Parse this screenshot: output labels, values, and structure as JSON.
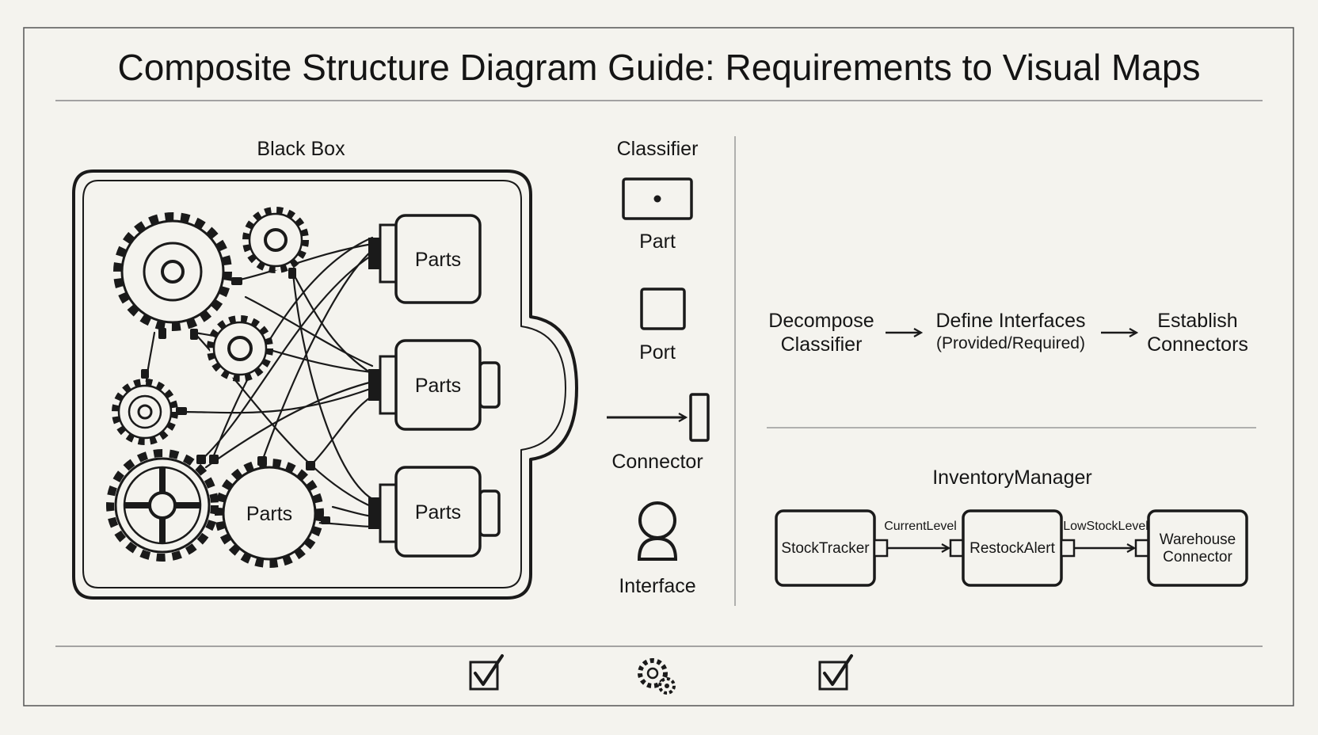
{
  "title": "Composite Structure Diagram Guide: Requirements to Visual Maps",
  "black_box": {
    "label": "Black Box",
    "parts": [
      "Parts",
      "Parts",
      "Parts"
    ],
    "gear_part": "Parts"
  },
  "legend": {
    "title": "Classifier",
    "items": [
      {
        "label": "Part",
        "icon": "part-icon"
      },
      {
        "label": "Port",
        "icon": "port-icon"
      },
      {
        "label": "Connector",
        "icon": "connector-icon"
      },
      {
        "label": "Interface",
        "icon": "interface-icon"
      }
    ]
  },
  "process": {
    "step1_line1": "Decompose",
    "step1_line2": "Classifier",
    "step2_line1": "Define Interfaces",
    "step2_line2": "(Provided/Required)",
    "step3_line1": "Establish",
    "step3_line2": "Connectors"
  },
  "example": {
    "title": "InventoryManager",
    "box1": "StockTracker",
    "box2": "RestockAlert",
    "box3_line1": "Warehouse",
    "box3_line2": "Connector",
    "conn1": "CurrentLevel",
    "conn2": "LowStockLevel"
  },
  "footer_icons": [
    "checkbox-icon",
    "gear-icon",
    "checkbox-icon"
  ]
}
